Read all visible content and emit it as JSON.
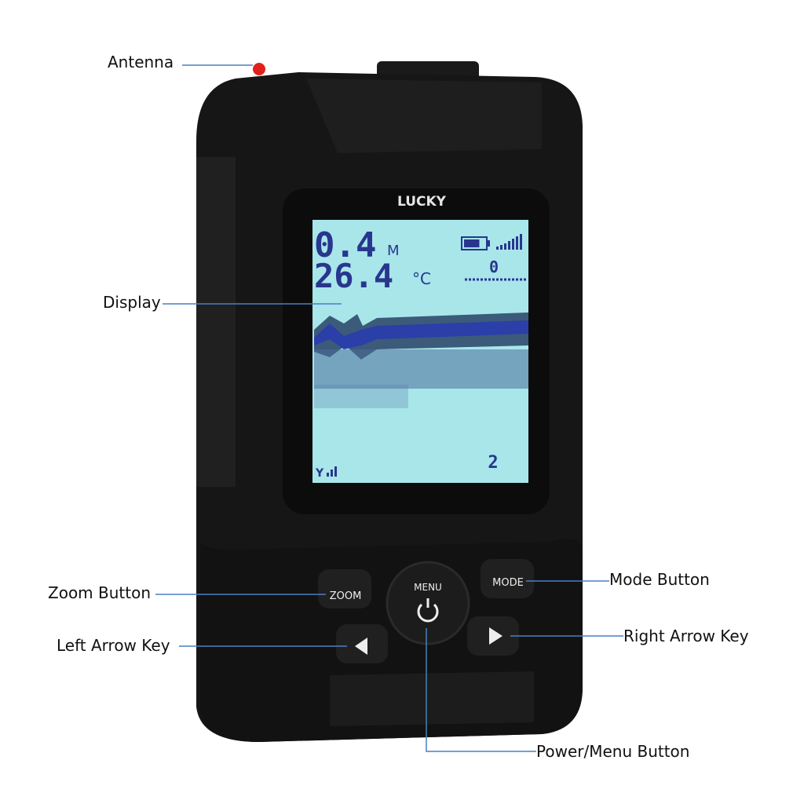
{
  "labels": {
    "antenna": "Antenna",
    "display": "Display",
    "zoom_button": "Zoom Button",
    "left_arrow": "Left Arrow Key",
    "mode_button": "Mode Button",
    "right_arrow": "Right Arrow Key",
    "power_menu": "Power/Menu Button"
  },
  "device": {
    "brand": "LUCKY",
    "buttons": {
      "zoom": "ZOOM",
      "menu": "MENU",
      "mode": "MODE"
    },
    "display": {
      "depth": "0.4",
      "depth_unit": "M",
      "temperature": "26.4",
      "temperature_unit": "°C",
      "fish_depth": "0",
      "page_number": "2",
      "battery_level": 0.75
    }
  },
  "colors": {
    "callout_line": "#4a7fc1",
    "lcd_bg": "#a8e6ea",
    "lcd_ink": "#28368e",
    "body": "#141414",
    "antenna": "#e0201a"
  }
}
